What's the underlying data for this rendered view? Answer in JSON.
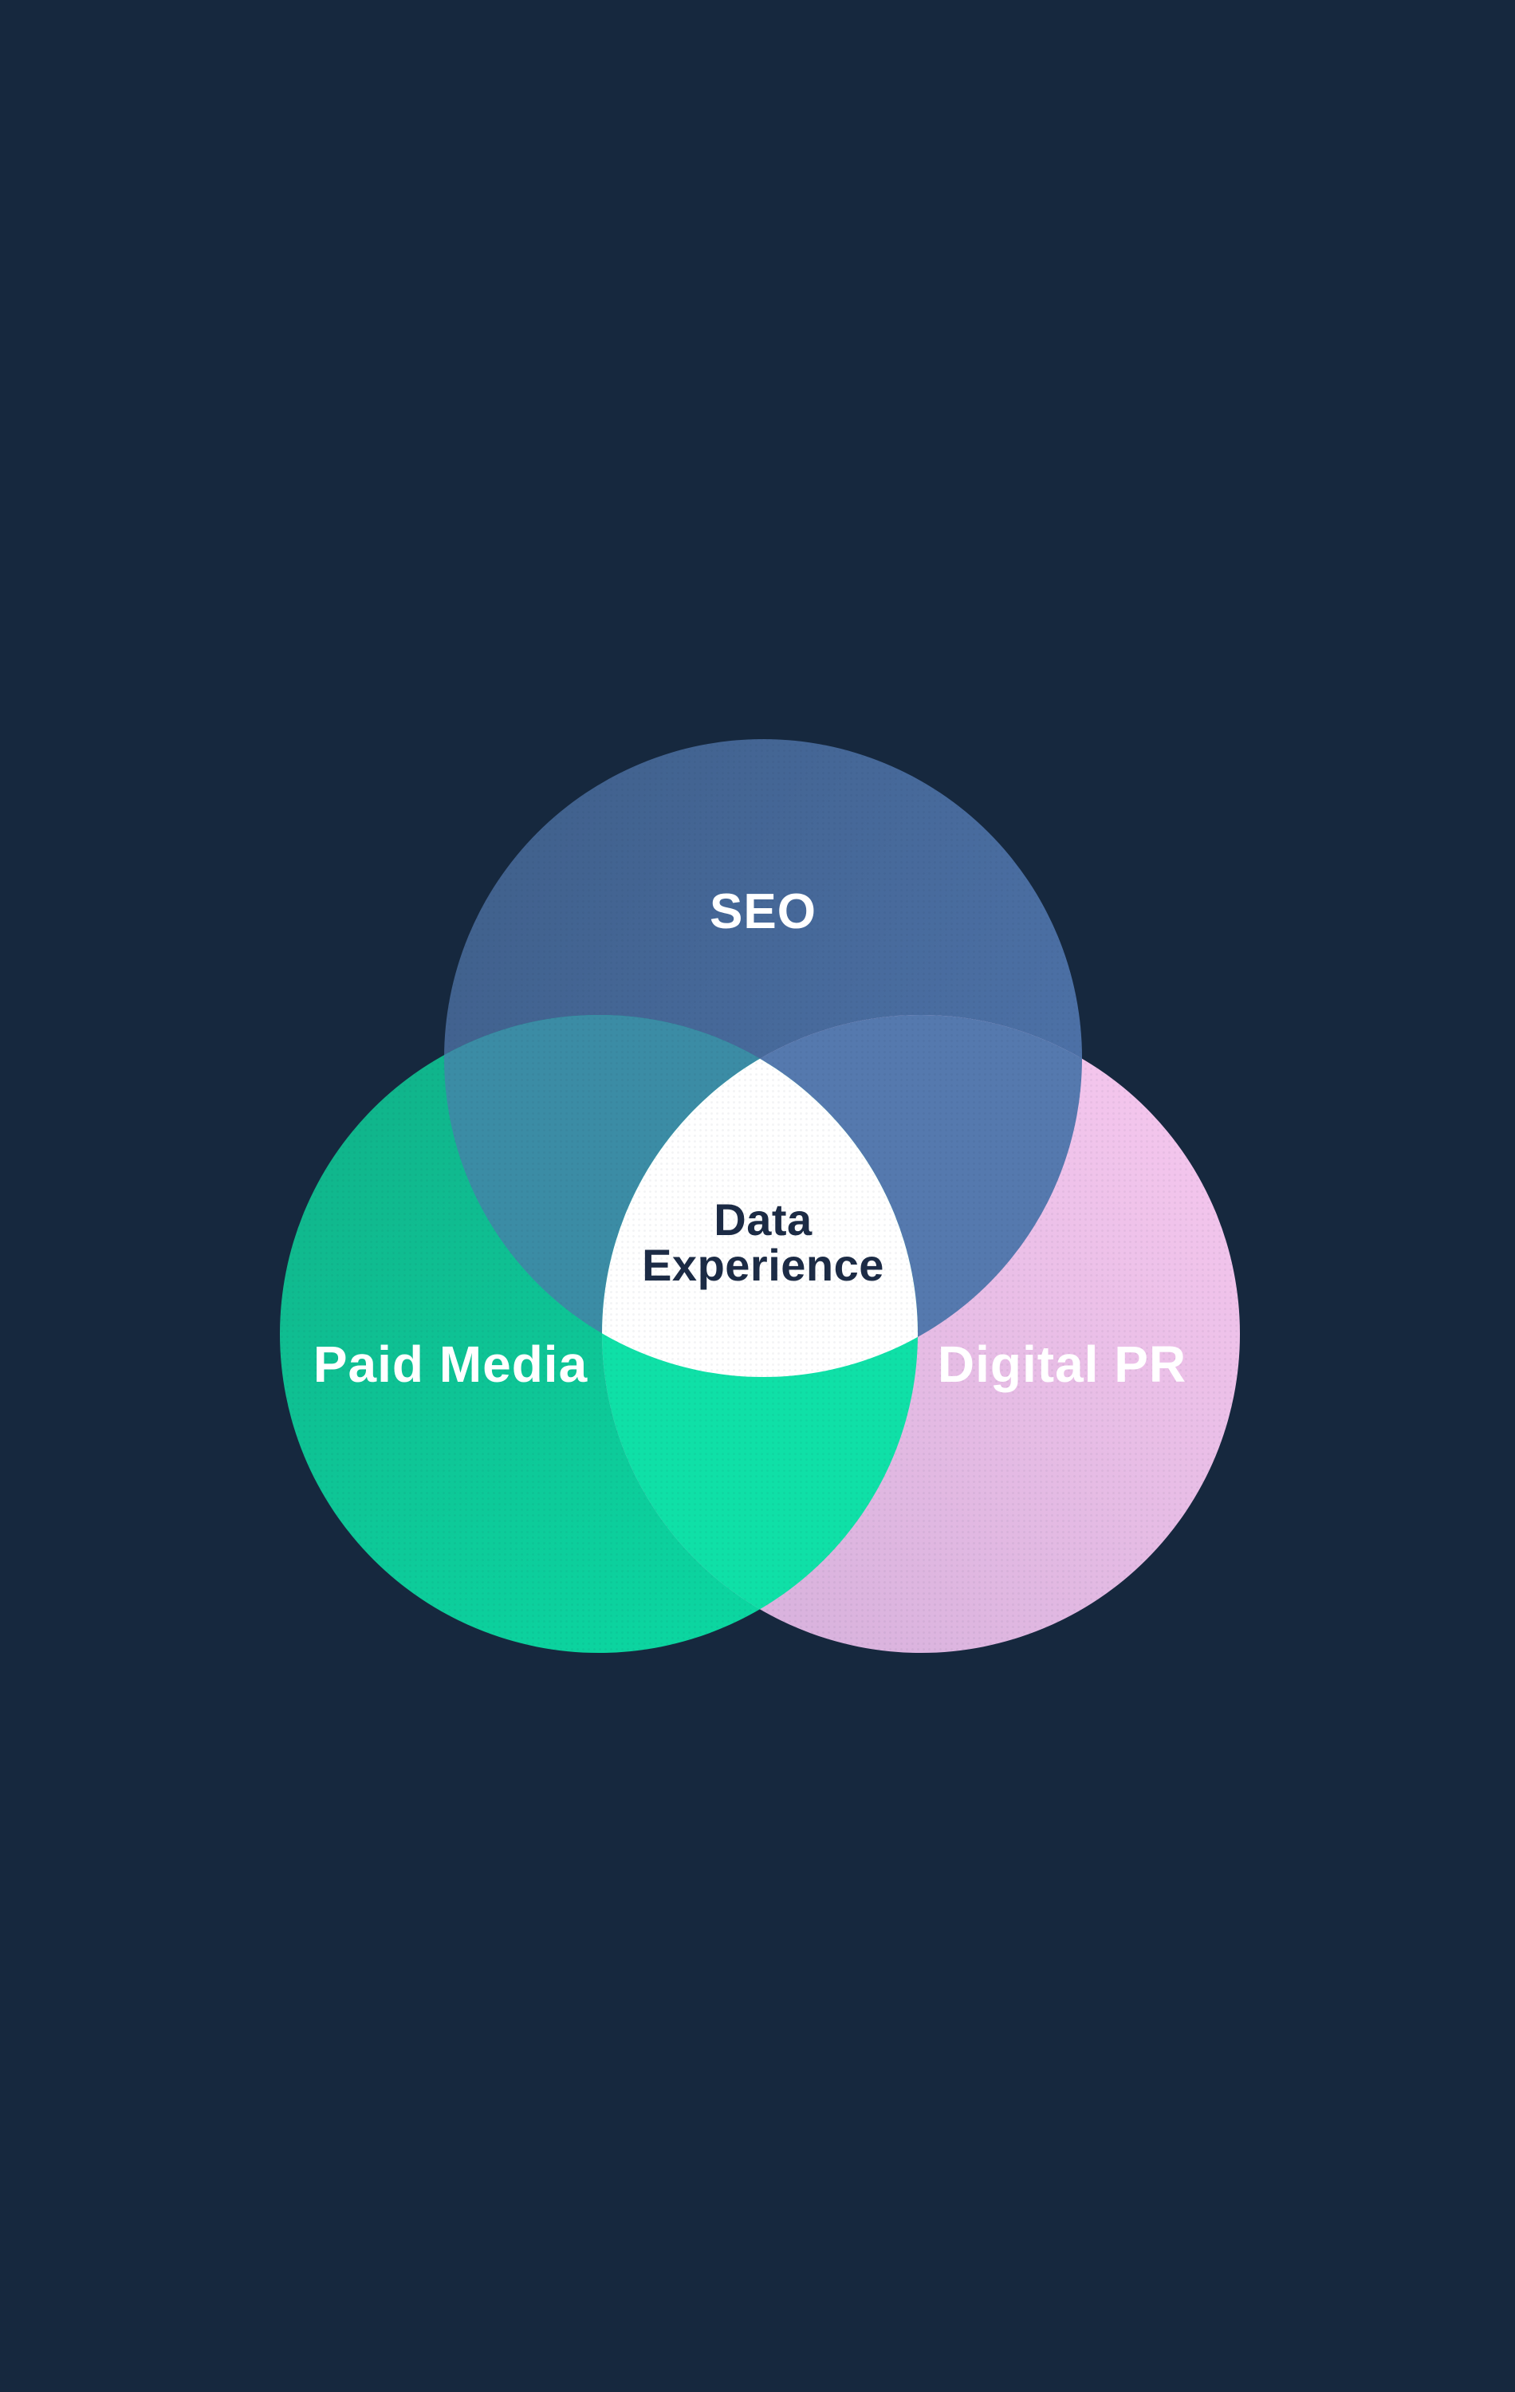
{
  "venn": {
    "background_color": "#16283e",
    "sets": [
      {
        "id": "seo",
        "label": "SEO",
        "base_color": "#47658f"
      },
      {
        "id": "paid-media",
        "label": "Paid Media",
        "base_color": "#12b58b"
      },
      {
        "id": "digital-pr",
        "label": "Digital PR",
        "base_color": "#ecc2e7"
      }
    ],
    "gradients": {
      "seo": {
        "from": "#3f5f8a",
        "to": "#4e73aa"
      },
      "paid_media": {
        "from": "#11b189",
        "to": "#0bd8a2"
      },
      "digital_pr": {
        "from": "#f4c6ed",
        "to": "#d7b1dc"
      }
    },
    "overlaps": {
      "seo_paid_media": "#3b8ca5",
      "seo_digital_pr": "#5579ae",
      "paid_media_digital_pr": "#0fe0a7",
      "center": "#ffffff"
    },
    "center_label": {
      "line1": "Data",
      "line2": "Experience",
      "text_color": "#1c2b45"
    }
  }
}
